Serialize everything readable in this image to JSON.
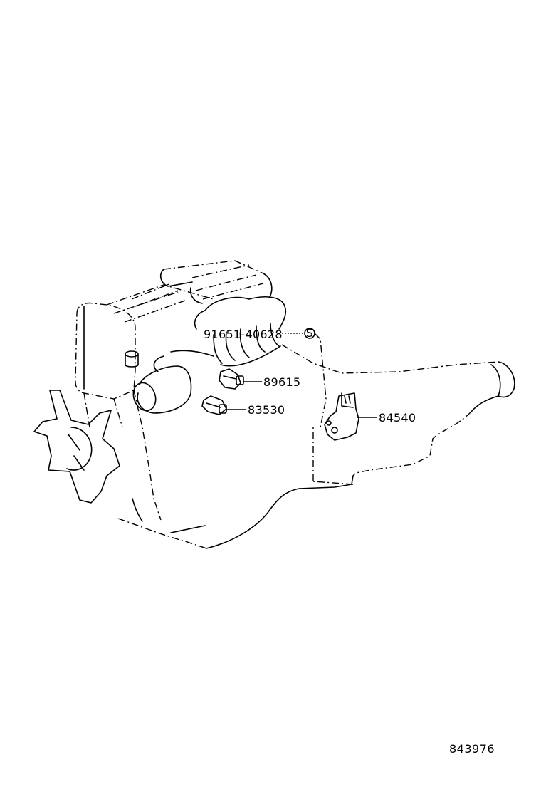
{
  "parts": {
    "bolt_label": "91651-40628",
    "bolt_marker": "S",
    "sensor_a_label": "89615",
    "sensor_b_label": "83530",
    "switch_label": "84540"
  },
  "figure_number": "843976"
}
